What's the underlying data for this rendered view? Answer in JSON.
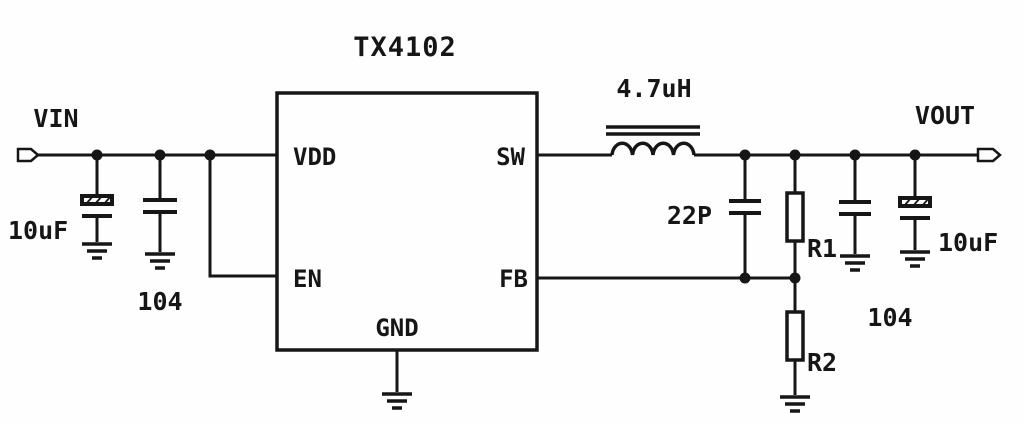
{
  "schematic": {
    "ic": {
      "part_number": "TX4102",
      "pins": {
        "vdd": "VDD",
        "en": "EN",
        "sw": "SW",
        "fb": "FB",
        "gnd": "GND"
      }
    },
    "ports": {
      "input": "VIN",
      "output": "VOUT"
    },
    "components": {
      "input_bulk_cap": "10uF",
      "input_ceramic_cap": "104",
      "inductor": "4.7uH",
      "feedforward_cap": "22P",
      "r1": "R1",
      "r2": "R2",
      "output_ceramic_cap": "104",
      "output_bulk_cap": "10uF"
    },
    "colors": {
      "ink": "#161616",
      "background": "#fefefe"
    }
  }
}
